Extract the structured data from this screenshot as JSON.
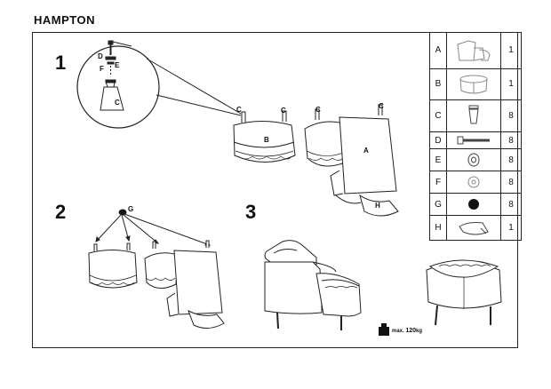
{
  "title": "HAMPTON",
  "steps": [
    "1",
    "2",
    "3"
  ],
  "parts": [
    {
      "label": "A",
      "qty": "1",
      "icon": "armchair-shell-icon"
    },
    {
      "label": "B",
      "qty": "1",
      "icon": "pouf-base-icon"
    },
    {
      "label": "C",
      "qty": "8",
      "icon": "leg-cap-icon"
    },
    {
      "label": "D",
      "qty": "8",
      "icon": "bolt-icon"
    },
    {
      "label": "E",
      "qty": "8",
      "icon": "washer-icon"
    },
    {
      "label": "F",
      "qty": "8",
      "icon": "spring-washer-icon"
    },
    {
      "label": "G",
      "qty": "8",
      "icon": "glide-pad-icon"
    },
    {
      "label": "H",
      "qty": "1",
      "icon": "cushion-icon"
    }
  ],
  "callouts": {
    "c": "C",
    "d": "D",
    "e": "E",
    "f": "F",
    "g": "G",
    "a": "A",
    "b": "B",
    "h": "H"
  },
  "maxload": {
    "prefix": "max.",
    "value": "120",
    "unit": "kg"
  }
}
